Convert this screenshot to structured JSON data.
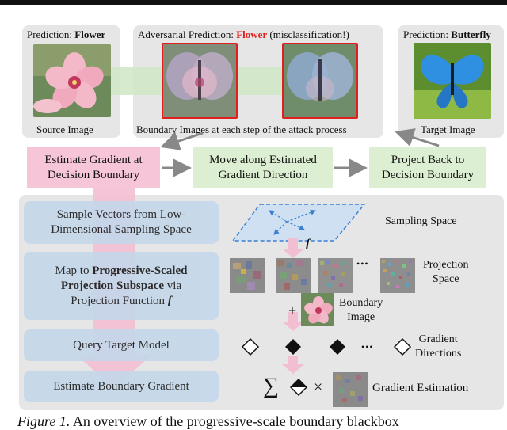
{
  "top": {
    "source_prediction_prefix": "Prediction: ",
    "source_prediction_class": "Flower",
    "adversarial_prediction_prefix": "Adversarial Prediction: ",
    "adversarial_prediction_class": "Flower",
    "adversarial_prediction_suffix": " (misclassification!)",
    "target_prediction_prefix": "Prediction: ",
    "target_prediction_class": "Butterfly",
    "source_caption": "Source Image",
    "boundary_caption": "Boundary Images at each step of the attack process",
    "target_caption": "Target Image"
  },
  "flow": {
    "estimate": [
      "Estimate Gradient at",
      "Decision Boundary"
    ],
    "move": [
      "Move along Estimated",
      "Gradient Direction"
    ],
    "project": [
      "Project Back to",
      "Decision Boundary"
    ]
  },
  "steps": {
    "sample": [
      "Sample Vectors from Low-",
      "Dimensional Sampling Space"
    ],
    "map_line1": "Map to ",
    "map_bold1": "Progressive-Scaled",
    "map_bold2": "Projection Subspace",
    "map_line2_suffix": " via",
    "map_line3": "Projection Function ",
    "map_func": "f",
    "query": "Query Target Model",
    "estimate": "Estimate Boundary Gradient"
  },
  "right": {
    "sampling_space": "Sampling Space",
    "f_label": "f",
    "projection_space": [
      "Projection",
      "Space"
    ],
    "plus": "+",
    "boundary_image": [
      "Boundary",
      "Image"
    ],
    "gradient_directions": [
      "Gradient",
      "Directions"
    ],
    "sum_symbol": "∑",
    "times_symbol": "×",
    "gradient_estimation": "Gradient Estimation",
    "ellipsis": "•••"
  },
  "caption": {
    "figure_label": "Figure 1.",
    "text": " An overview of the progressive-scale boundary blackbox"
  },
  "colors": {
    "misclassified": "#e02020",
    "pink": "#f6c6d8",
    "green": "#dcefd2",
    "blue": "#c3d7ea",
    "panel": "#e6e6e6"
  }
}
